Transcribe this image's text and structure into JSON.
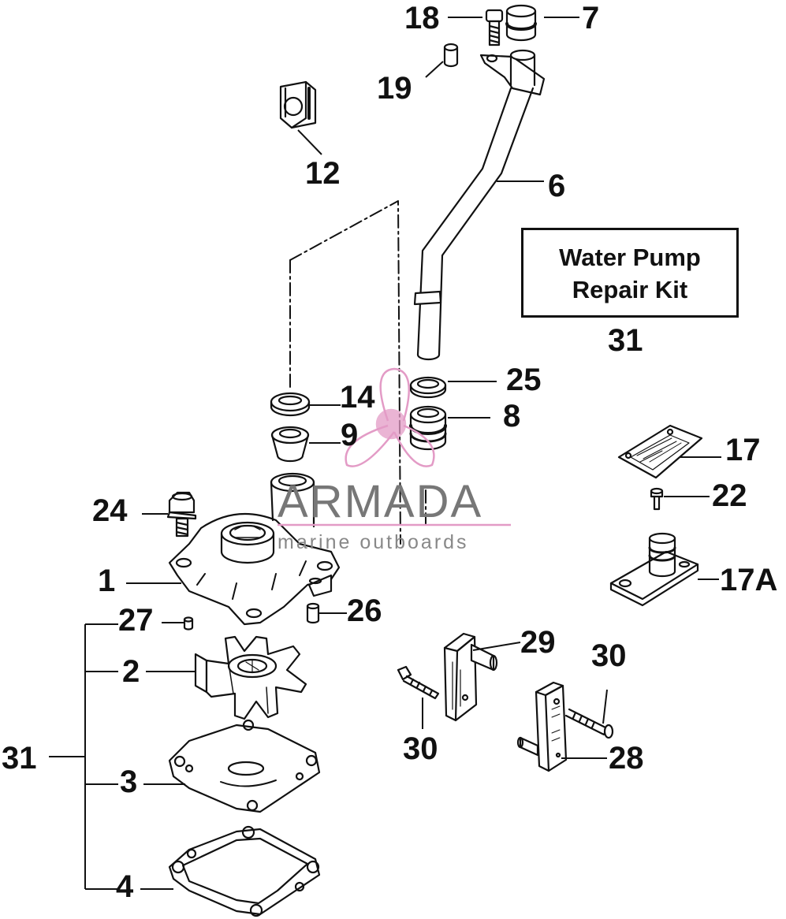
{
  "kit_box": {
    "line1": "Water Pump",
    "line2": "Repair Kit",
    "number": "31"
  },
  "watermark": {
    "brand": "ARMADA",
    "tagline": "marine outboards",
    "color": "#e39bc6"
  },
  "callouts": {
    "c18": "18",
    "c7": "7",
    "c19": "19",
    "c12": "12",
    "c6": "6",
    "c25": "25",
    "c14": "14",
    "c8": "8",
    "c9": "9",
    "c17": "17",
    "c22": "22",
    "c24": "24",
    "c1": "1",
    "c17a": "17A",
    "c26": "26",
    "c27": "27",
    "c2": "2",
    "c29": "29",
    "c30a": "30",
    "c30b": "30",
    "c31": "31",
    "c3": "3",
    "c28": "28",
    "c4": "4"
  }
}
